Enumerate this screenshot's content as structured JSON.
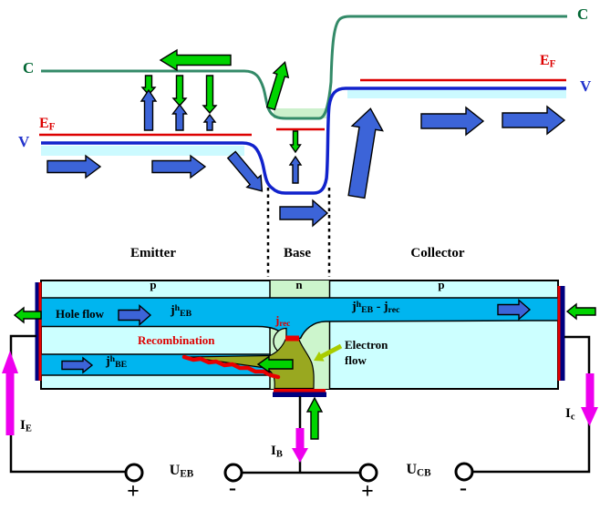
{
  "colors": {
    "band_blue_fill": "#00B5EF",
    "pale_cyan": "#CCFFFF",
    "light_green": "#CCF5CC",
    "light_cyan_band": "#CCFAFF",
    "olive": "#99A820",
    "green_arrow": "#00D400",
    "blue_arrow": "#3C64D8",
    "yellowgreen_arrow": "#A9CC00",
    "magenta": "#EE00EE",
    "conduction_band": "#338A68",
    "valence_band": "#1122CC",
    "fermi_red": "#DD0000",
    "contact_navy": "#000080",
    "contact_red": "#E80000"
  },
  "band_diagram": {
    "c_left": "C",
    "c_right": "C",
    "v_left": "V",
    "v_right": "V",
    "ef_left": {
      "base": "E",
      "sub": "F"
    },
    "ef_right": {
      "base": "E",
      "sub": "F"
    }
  },
  "structure": {
    "region_titles": {
      "emitter": "Emitter",
      "base": "Base",
      "collector": "Collector"
    },
    "doping": {
      "emitter": "p",
      "base": "n",
      "collector": "p"
    },
    "hole_flow": "Hole flow",
    "recombination": "Recombination",
    "electron_flow": {
      "line1": "Electron",
      "line2": "flow"
    },
    "j_eb": {
      "base": "j",
      "sup": "h",
      "sub": "EB"
    },
    "j_eb_minus_jrec": {
      "base": "j",
      "sup": "h",
      "sub": "EB",
      "minus": " - ",
      "base2": "j",
      "sub2": "rec"
    },
    "j_be": {
      "base": "j",
      "sup": "h",
      "sub": "BE"
    },
    "j_rec": {
      "base": "j",
      "sub": "rec"
    }
  },
  "circuit": {
    "i_e": {
      "base": "I",
      "sub": "E"
    },
    "i_b": {
      "base": "I",
      "sub": "B"
    },
    "i_c": {
      "base": "I",
      "sub": "c"
    },
    "u_eb": {
      "base": "U",
      "sub": "EB"
    },
    "u_cb": {
      "base": "U",
      "sub": "CB"
    },
    "emitter_polarity": "+",
    "base_left_polarity": "-",
    "base_right_polarity": "+",
    "collector_polarity": "-"
  }
}
